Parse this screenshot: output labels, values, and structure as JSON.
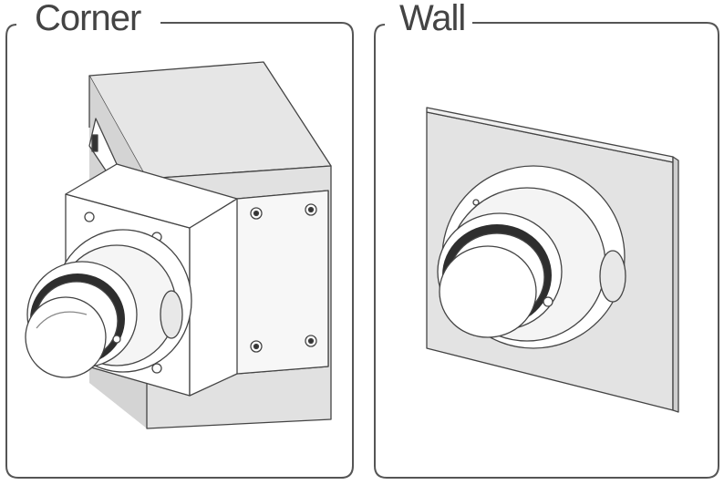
{
  "panels": [
    {
      "title": "Corner"
    },
    {
      "title": "Wall"
    }
  ],
  "colors": {
    "frame": "#555555",
    "surface": "#e6e6e6",
    "surface_dark": "#cfcfcf",
    "bracket": "#ffffff",
    "line": "#444444"
  },
  "icons": [
    "corner-mount-illustration",
    "wall-mount-illustration"
  ]
}
